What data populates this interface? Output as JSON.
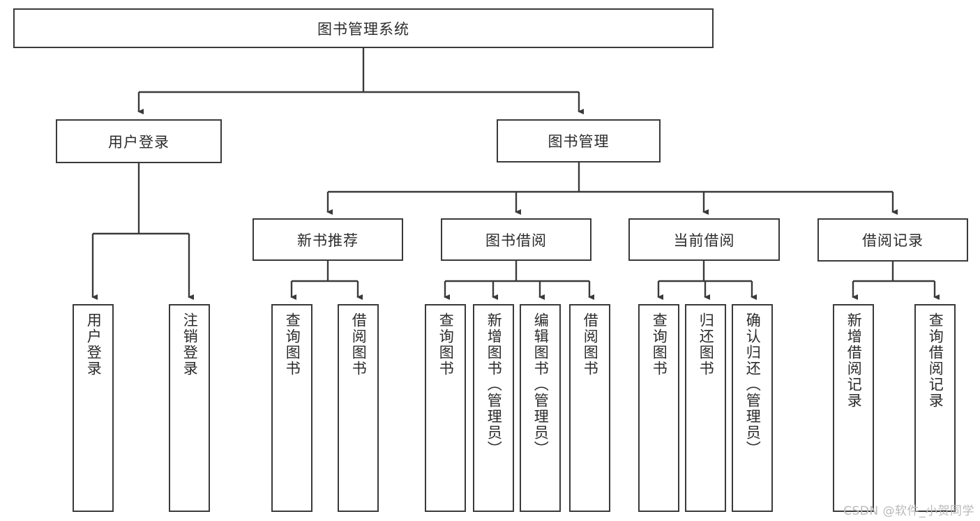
{
  "diagram": {
    "title": "图书管理系统",
    "type": "hierarchy-tree",
    "watermark": "CSDN @软件_小贺同学",
    "colors": {
      "stroke": "#3a3a3a",
      "fill": "#ffffff",
      "text": "#2b2b2b",
      "watermark": "#b9b9b9"
    },
    "nodes": {
      "root": {
        "label": "图书管理系统"
      },
      "level2": [
        {
          "id": "user-login",
          "label": "用户登录"
        },
        {
          "id": "book-manage",
          "label": "图书管理"
        }
      ],
      "level3": [
        {
          "id": "new-book-rec",
          "label": "新书推荐"
        },
        {
          "id": "book-borrow",
          "label": "图书借阅"
        },
        {
          "id": "current-borrow",
          "label": "当前借阅"
        },
        {
          "id": "borrow-record",
          "label": "借阅记录"
        }
      ],
      "leaves": {
        "user-login": [
          {
            "id": "leaf-user-login",
            "label": "用户登录"
          },
          {
            "id": "leaf-logout",
            "label": "注销登录"
          }
        ],
        "new-book-rec": [
          {
            "id": "leaf-query-book-1",
            "label": "查询图书"
          },
          {
            "id": "leaf-borrow-book-1",
            "label": "借阅图书"
          }
        ],
        "book-borrow": [
          {
            "id": "leaf-query-book-2",
            "label": "查询图书"
          },
          {
            "id": "leaf-add-book",
            "label": "新增图书（管理员）"
          },
          {
            "id": "leaf-edit-book",
            "label": "编辑图书（管理员）"
          },
          {
            "id": "leaf-borrow-book-2",
            "label": "借阅图书"
          }
        ],
        "current-borrow": [
          {
            "id": "leaf-query-book-3",
            "label": "查询图书"
          },
          {
            "id": "leaf-return-book",
            "label": "归还图书"
          },
          {
            "id": "leaf-confirm-return",
            "label": "确认归还（管理员）"
          }
        ],
        "borrow-record": [
          {
            "id": "leaf-add-record",
            "label": "新增借阅记录"
          },
          {
            "id": "leaf-query-record",
            "label": "查询借阅记录"
          }
        ]
      }
    }
  }
}
